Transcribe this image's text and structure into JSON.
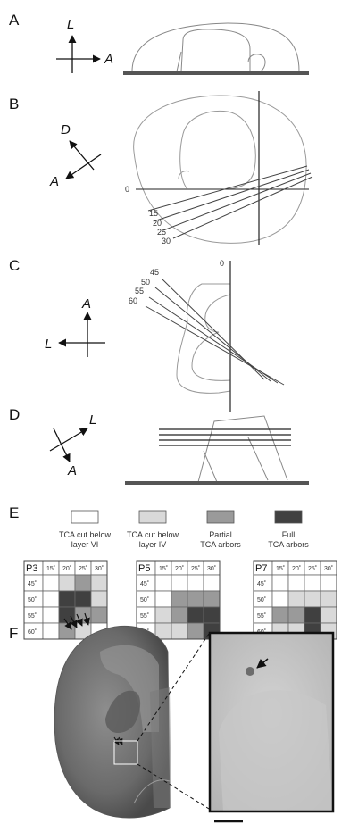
{
  "panels": {
    "a": "A",
    "b": "B",
    "c": "C",
    "d": "D",
    "e": "E",
    "f": "F"
  },
  "axes": {
    "a_vertical": "L",
    "a_horizontal": "A",
    "b_up": "D",
    "b_down": "A",
    "c_vertical": "A",
    "c_horizontal": "L",
    "d_up": "L",
    "d_down": "A"
  },
  "panel_b_angles": {
    "zero": "0",
    "a15": "15",
    "a20": "20",
    "a25": "25",
    "a30": "30"
  },
  "panel_c_angles": {
    "zero": "0",
    "a45": "45",
    "a50": "50",
    "a55": "55",
    "a60": "60"
  },
  "legend": [
    {
      "line1": "TCA cut below",
      "line2": "layer VI",
      "color": "#ffffff"
    },
    {
      "line1": "TCA cut below",
      "line2": "layer IV",
      "color": "#d9d9d9"
    },
    {
      "line1": "Partial",
      "line2": "TCA arbors",
      "color": "#9a9a9a"
    },
    {
      "line1": "Full",
      "line2": "TCA arbors",
      "color": "#404040"
    }
  ],
  "grid_columns": [
    "15˚",
    "20˚",
    "25˚",
    "30˚"
  ],
  "grid_rows": [
    "45˚",
    "50˚",
    "55˚",
    "60˚"
  ],
  "grids": [
    {
      "age": "P3",
      "cells": [
        [
          0,
          1,
          2,
          1
        ],
        [
          0,
          3,
          3,
          1
        ],
        [
          0,
          3,
          2,
          2
        ],
        [
          0,
          2,
          1,
          0
        ]
      ]
    },
    {
      "age": "P5",
      "cells": [
        [
          0,
          0,
          0,
          0
        ],
        [
          0,
          2,
          2,
          2
        ],
        [
          1,
          2,
          3,
          3
        ],
        [
          1,
          1,
          2,
          3
        ]
      ]
    },
    {
      "age": "P7",
      "cells": [
        [
          0,
          0,
          0,
          0
        ],
        [
          0,
          1,
          1,
          1
        ],
        [
          2,
          2,
          3,
          1
        ],
        [
          1,
          1,
          3,
          1
        ]
      ]
    }
  ]
}
